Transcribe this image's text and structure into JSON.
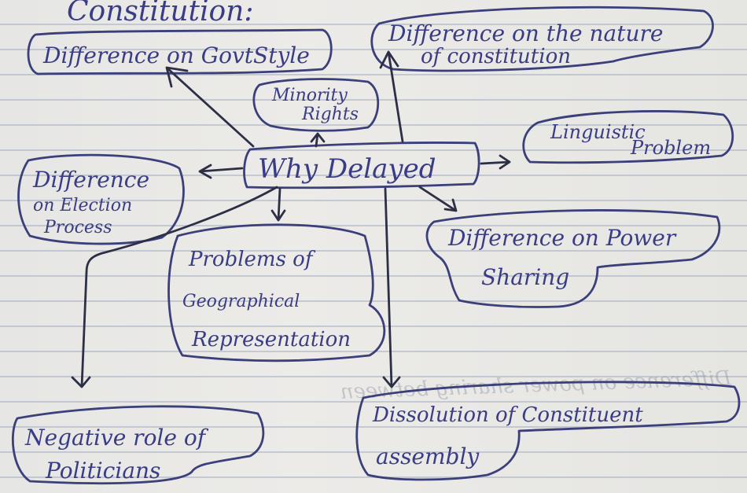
{
  "title": "Constitution:",
  "center": "Why Delayed",
  "nodes": {
    "govt_style": "Difference on GovtStyle",
    "nature_line1": "Difference on the nature",
    "nature_line2": "of constitution",
    "minority_line1": "Minority",
    "minority_line2": "Rights",
    "linguistic_line1": "Linguistic",
    "linguistic_line2": "Problem",
    "election_line1": "Difference",
    "election_line2": "on Election",
    "election_line3": "Process",
    "geo_line1": "Problems of",
    "geo_line2": "Geographical",
    "geo_line3": "Representation",
    "power_line1": "Difference on Power",
    "power_line2": "Sharing",
    "politicians_line1": "Negative role of",
    "politicians_line2": "Politicians",
    "dissolution_line1": "Dissolution of Constituent",
    "dissolution_line2": "assembly"
  },
  "bleed_through": "Difference on power sharing between"
}
